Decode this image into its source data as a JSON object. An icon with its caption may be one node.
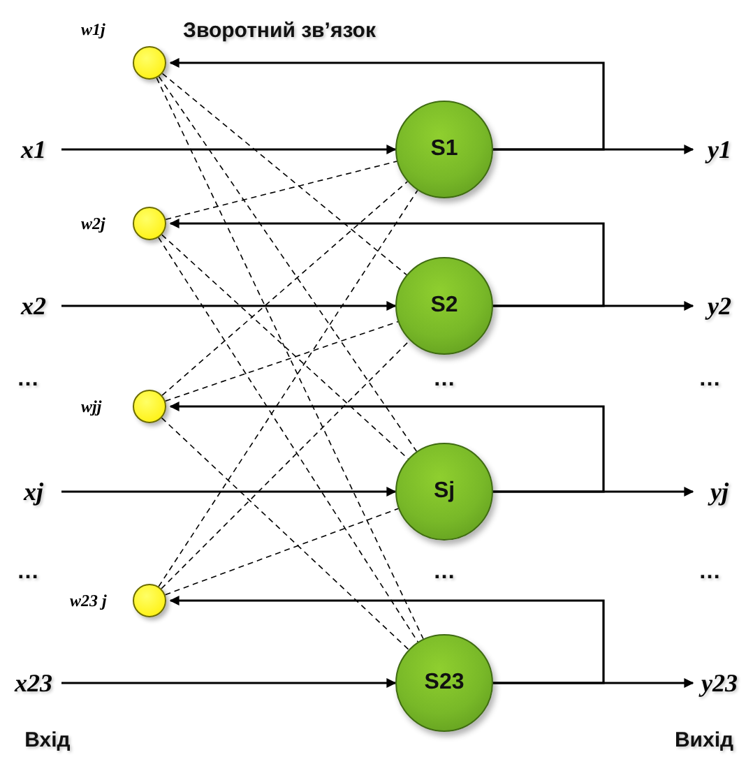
{
  "diagram": {
    "nodes": [
      {
        "text": [],
        "shape": "circle",
        "beside": [
          "w1j"
        ]
      },
      {
        "text": [
          "x1"
        ]
      },
      {
        "text": [
          "S1"
        ]
      },
      {
        "text": [
          "y1"
        ]
      },
      {
        "text": [],
        "shape": "circle",
        "beside": [
          "w2j"
        ]
      },
      {
        "text": [
          "x2"
        ]
      },
      {
        "text": [
          "S2"
        ]
      },
      {
        "text": [
          "y2"
        ]
      },
      {
        "text": [],
        "shape": "circle",
        "beside": [
          "wjj"
        ]
      },
      {
        "text": [
          "xj"
        ]
      },
      {
        "text": [
          "Sj"
        ]
      },
      {
        "text": [
          "yj"
        ]
      },
      {
        "text": [],
        "shape": "circle",
        "beside": [
          "w23 j"
        ]
      },
      {
        "text": [
          "x23"
        ]
      },
      {
        "text": [
          "S23"
        ]
      },
      {
        "text": [
          "y23"
        ]
      }
    ],
    "edges": [
      {
        "from": 1,
        "to": 2,
        "arrow": "to"
      },
      {
        "from": 2,
        "to": 3,
        "arrow": "to"
      },
      {
        "from": 2,
        "to": 0,
        "arrow": "to"
      },
      {
        "from": 5,
        "to": 6,
        "arrow": "to"
      },
      {
        "from": 6,
        "to": 7,
        "arrow": "to"
      },
      {
        "from": 6,
        "to": 4,
        "arrow": "to"
      },
      {
        "from": 9,
        "to": 10,
        "arrow": "to"
      },
      {
        "from": 10,
        "to": 11,
        "arrow": "to"
      },
      {
        "from": 10,
        "to": 8,
        "arrow": "to"
      },
      {
        "from": 13,
        "to": 14,
        "arrow": "to"
      },
      {
        "from": 14,
        "to": 15,
        "arrow": "to"
      },
      {
        "from": 14,
        "to": 12,
        "arrow": "to"
      },
      {
        "from": 0,
        "to": 6,
        "arrow": "none",
        "style": "dashed"
      },
      {
        "from": 0,
        "to": 10,
        "arrow": "none",
        "style": "dashed"
      },
      {
        "from": 0,
        "to": 14,
        "arrow": "none",
        "style": "dashed"
      },
      {
        "from": 4,
        "to": 2,
        "arrow": "none",
        "style": "dashed"
      },
      {
        "from": 4,
        "to": 10,
        "arrow": "none",
        "style": "dashed"
      },
      {
        "from": 4,
        "to": 14,
        "arrow": "none",
        "style": "dashed"
      },
      {
        "from": 8,
        "to": 2,
        "arrow": "none",
        "style": "dashed"
      },
      {
        "from": 8,
        "to": 6,
        "arrow": "none",
        "style": "dashed"
      },
      {
        "from": 8,
        "to": 14,
        "arrow": "none",
        "style": "dashed"
      },
      {
        "from": 12,
        "to": 2,
        "arrow": "none",
        "style": "dashed"
      },
      {
        "from": 12,
        "to": 6,
        "arrow": "none",
        "style": "dashed"
      },
      {
        "from": 12,
        "to": 10,
        "arrow": "none",
        "style": "dashed"
      }
    ],
    "labels": [
      "Зворотний зв’язок",
      "…",
      "…",
      "…",
      "…",
      "…",
      "…",
      "Вхід",
      "Вихід"
    ]
  }
}
